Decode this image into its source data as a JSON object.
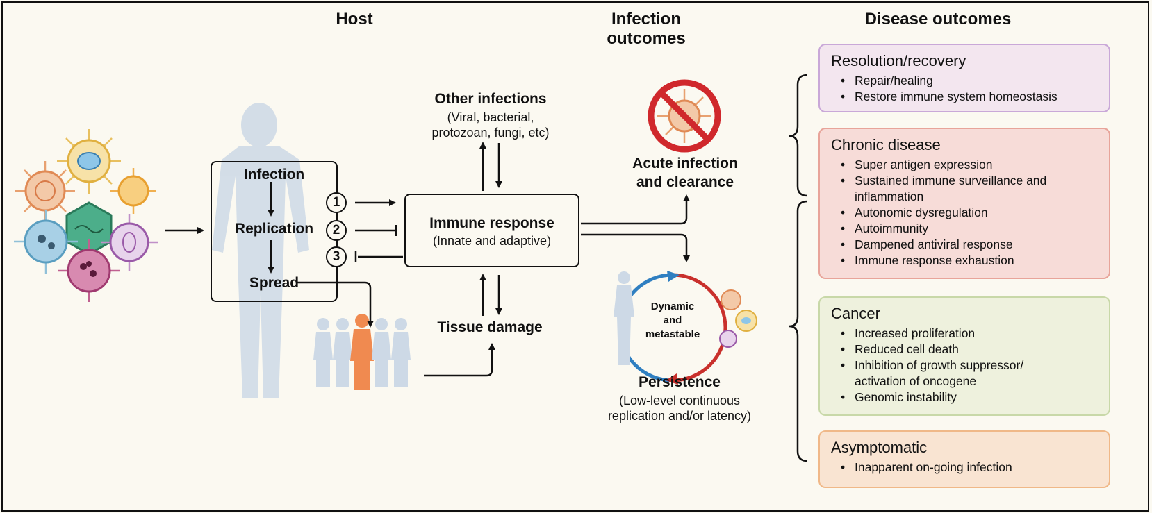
{
  "headers": {
    "host": "Host",
    "infection_outcomes": [
      "Infection",
      "outcomes"
    ],
    "disease_outcomes": "Disease outcomes"
  },
  "host_box": {
    "infection": "Infection",
    "replication": "Replication",
    "spread": "Spread",
    "markers": [
      "1",
      "2",
      "3"
    ]
  },
  "immune": {
    "title": "Immune response",
    "subtitle": "(Innate and adaptive)"
  },
  "other_infections": {
    "title": "Other infections",
    "lines": [
      "(Viral, bacterial,",
      "protozoan, fungi, etc)"
    ]
  },
  "tissue_damage": "Tissue damage",
  "acute": [
    "Acute infection",
    "and clearance"
  ],
  "cycle_label": [
    "Dynamic",
    "and",
    "metastable"
  ],
  "persistence": {
    "title": "Persistence",
    "lines": [
      "(Low-level continuous",
      "replication and/or latency)"
    ]
  },
  "outcomes": [
    {
      "title": "Resolution/recovery",
      "items": [
        "Repair/healing",
        "Restore immune system homeostasis"
      ],
      "color": "#c9a8d8",
      "bg": "#f3e6ef"
    },
    {
      "title": "Chronic disease",
      "items": [
        "Super antigen expression",
        "Sustained immune surveillance and",
        "inflammation",
        "Autonomic dysregulation",
        "Autoimmunity",
        "Dampened antiviral response",
        "Immune response exhaustion"
      ],
      "color": "#e8a49a",
      "bg": "#f7dcd8"
    },
    {
      "title": "Cancer",
      "items": [
        "Increased proliferation",
        "Reduced cell death",
        "Inhibition of growth suppressor/",
        "activation of oncogene",
        "Genomic instability"
      ],
      "color": "#c8d8a8",
      "bg": "#eef1dd"
    },
    {
      "title": "Asymptomatic",
      "items": [
        "Inapparent on-going infection"
      ],
      "color": "#f0b888",
      "bg": "#f9e4d2"
    }
  ],
  "colors": {
    "cycle_blue": "#2f7fc1",
    "cycle_red": "#c9302c",
    "no_sign": "#d0282c",
    "highlight_person": "#f08a50",
    "person": "#c8d6e4"
  },
  "icons": [
    "virus-icon",
    "person-silhouette-icon",
    "no-sign-icon"
  ]
}
